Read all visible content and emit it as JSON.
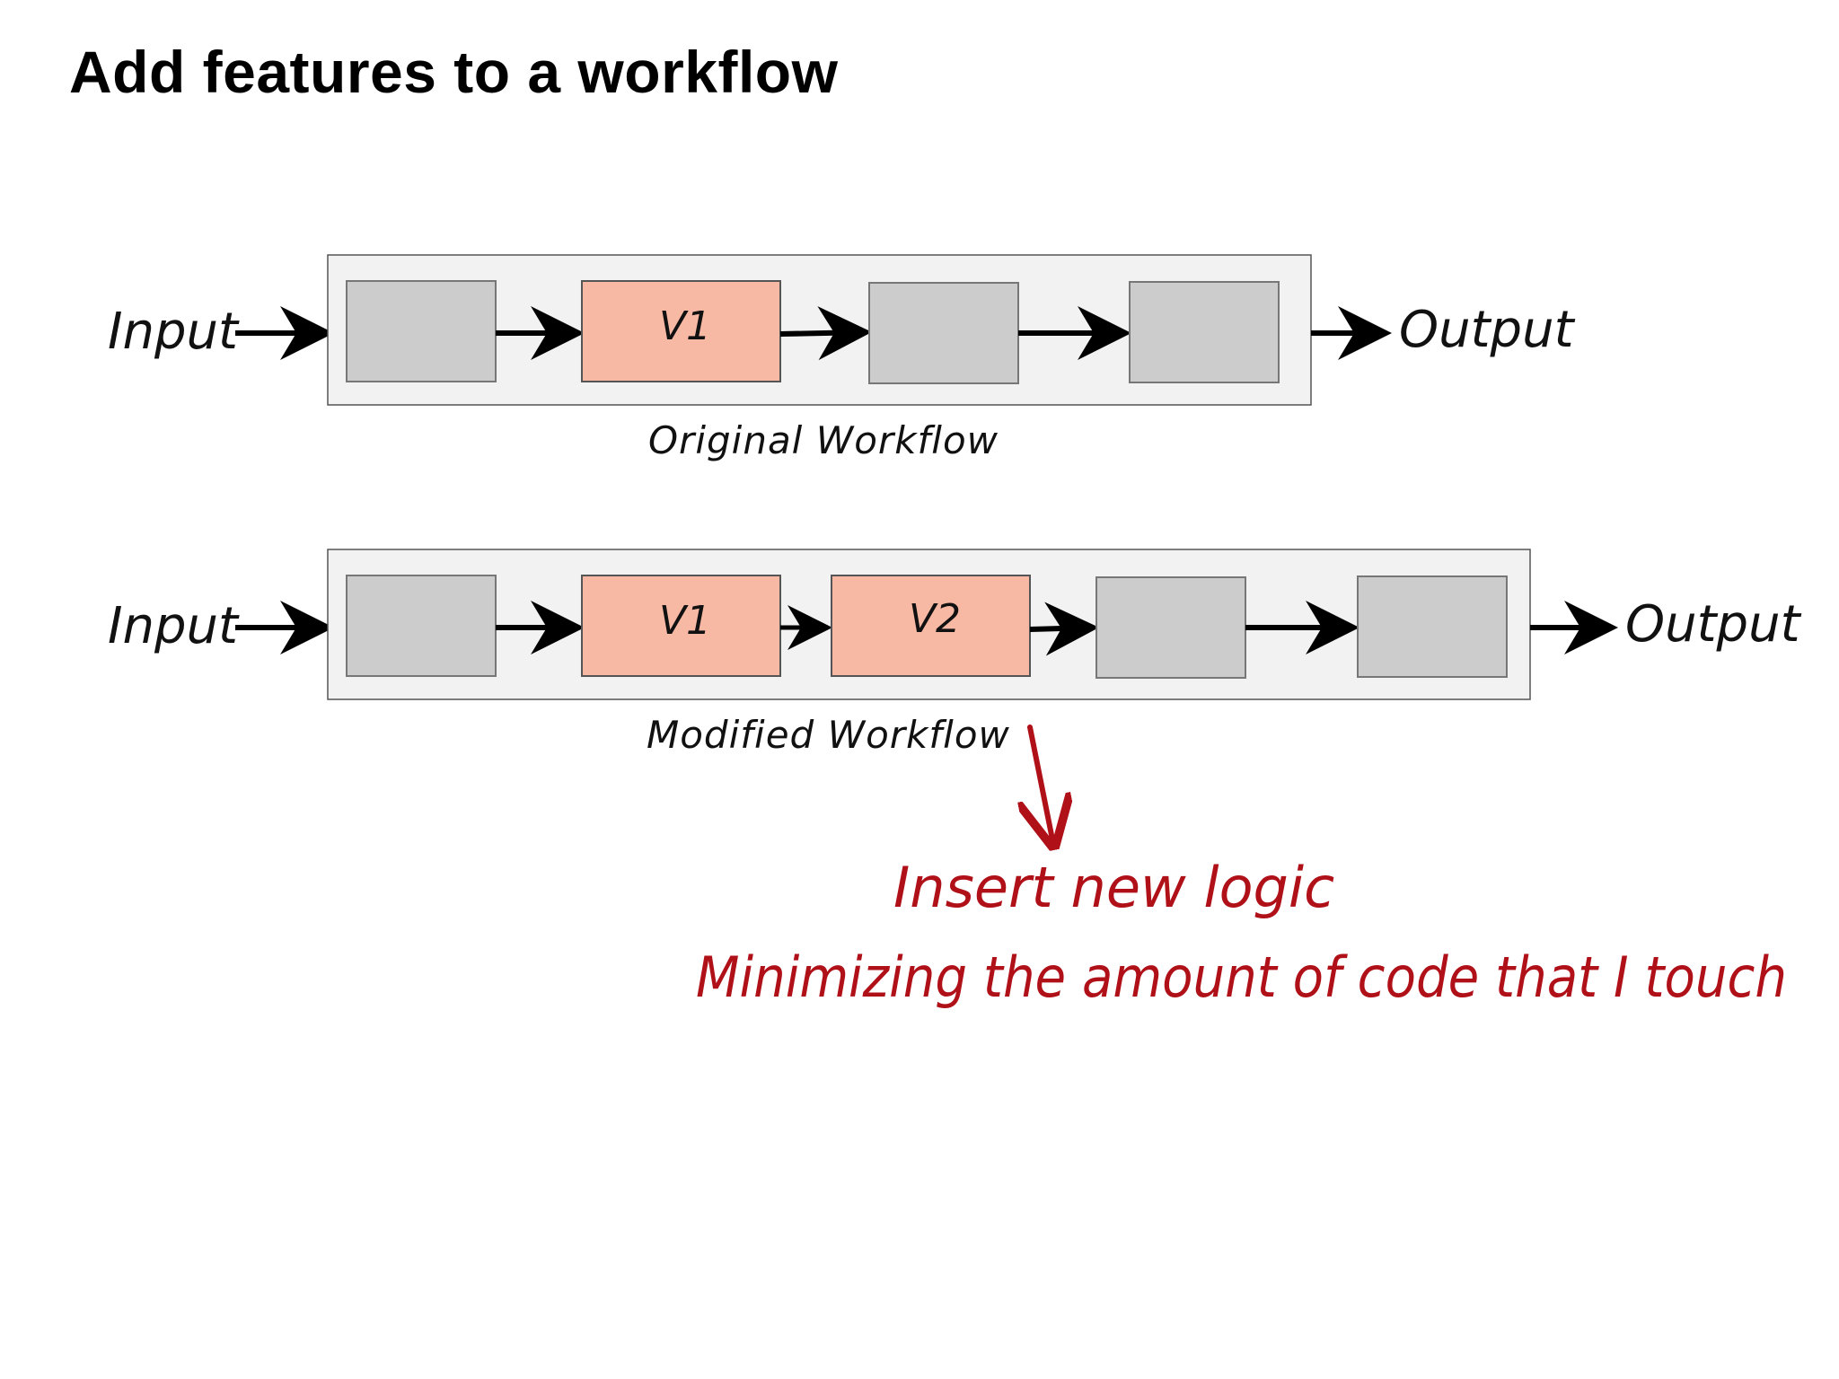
{
  "title": "Add features to a workflow",
  "colors": {
    "container_fill": "#f2f2f2",
    "step_gray": "#cccccc",
    "step_highlight": "#f7b8a4",
    "arrow": "#000000",
    "annotation_red": "#b01018"
  },
  "workflows": {
    "original": {
      "input_label": "Input",
      "output_label": "Output",
      "caption": "Original Workflow",
      "steps": [
        {
          "label": "",
          "highlighted": false
        },
        {
          "label": "V1",
          "highlighted": true
        },
        {
          "label": "",
          "highlighted": false
        },
        {
          "label": "",
          "highlighted": false
        }
      ]
    },
    "modified": {
      "input_label": "Input",
      "output_label": "Output",
      "caption": "Modified Workflow",
      "steps": [
        {
          "label": "",
          "highlighted": false
        },
        {
          "label": "V1",
          "highlighted": true
        },
        {
          "label": "V2",
          "highlighted": true
        },
        {
          "label": "",
          "highlighted": false
        },
        {
          "label": "",
          "highlighted": false
        }
      ]
    }
  },
  "annotation": {
    "line1": "Insert new logic",
    "line2": "Minimizing the amount of code that I touch"
  }
}
